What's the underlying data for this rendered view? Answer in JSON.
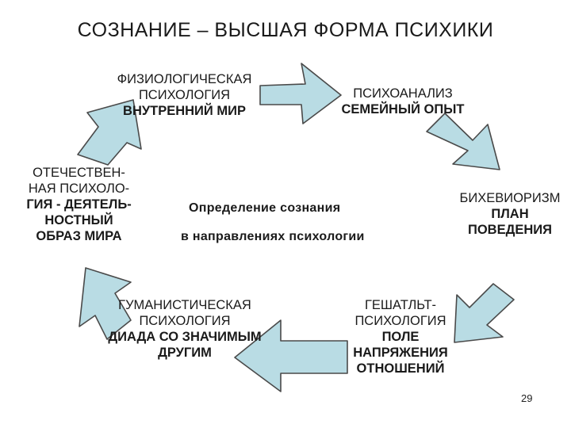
{
  "title": "СОЗНАНИЕ – ВЫСШАЯ ФОРМА ПСИХИКИ",
  "center": {
    "line1": "Определение  сознания",
    "line2": "в направлениях  психологии"
  },
  "nodes": {
    "physiological": {
      "l1": "ФИЗИОЛОГИЧЕСКАЯ",
      "l2": "ПСИХОЛОГИЯ",
      "l3": "ВНУТРЕННИЙ МИР"
    },
    "psychoanalysis": {
      "l1": "ПСИХОАНАЛИЗ",
      "l2": "СЕМЕЙНЫЙ ОПЫТ"
    },
    "behaviorism": {
      "l1": "БИХЕВИОРИЗМ",
      "l2": "ПЛАН",
      "l3": "ПОВЕДЕНИЯ"
    },
    "gestalt": {
      "l1": "ГЕШАТЛЬТ-",
      "l2": "ПСИХОЛОГИЯ",
      "l3": "ПОЛЕ",
      "l4": "НАПРЯЖЕНИЯ",
      "l5": "ОТНОШЕНИЙ"
    },
    "humanistic": {
      "l1": "ГУМАНИСТИЧЕСКАЯ",
      "l2": "ПСИХОЛОГИЯ",
      "l3": "ДИАДА СО ЗНАЧИМЫМ",
      "l4": "ДРУГИМ"
    },
    "domestic": {
      "l1": "ОТЕЧЕСТВЕН-",
      "l2": "НАЯ ПСИХОЛО-",
      "l3": "ГИЯ - ДЕЯТЕЛЬ-",
      "l4": "НОСТНЫЙ",
      "l5": "ОБРАЗ МИРА"
    }
  },
  "page_number": "29",
  "colors": {
    "arrow_fill": "#b9dce4",
    "arrow_stroke": "#4a4a4a"
  }
}
